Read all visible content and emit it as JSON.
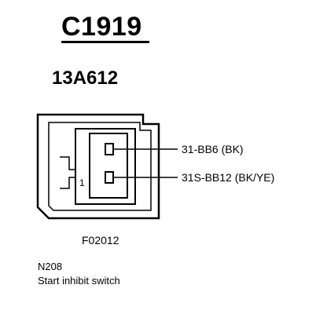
{
  "connector": {
    "code": "C1919",
    "part_number": "13A612",
    "pin_number_label": "1",
    "pins": [
      {
        "label": "31-BB6 (BK)"
      },
      {
        "label": "31S-BB12 (BK/YE)"
      }
    ]
  },
  "figure_id": "F02012",
  "component": {
    "code": "N208",
    "name": "Start inhibit switch"
  }
}
